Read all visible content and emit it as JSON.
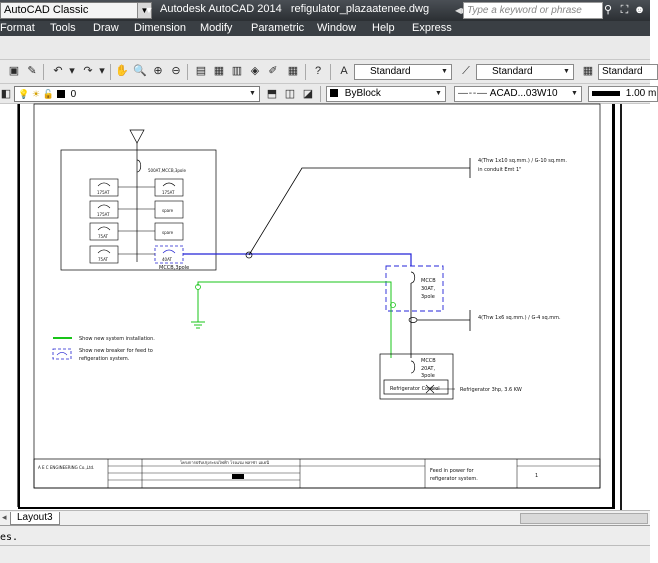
{
  "titlebar": {
    "workspace": "AutoCAD Classic",
    "app_title": "Autodesk AutoCAD 2014   refigulator_plazaatenee.dwg",
    "search_placeholder": "Type a keyword or phrase"
  },
  "menu": [
    "Format",
    "Tools",
    "Draw",
    "Dimension",
    "Modify",
    "Parametric",
    "Window",
    "Help",
    "Express"
  ],
  "styles_toolbar": {
    "text_style": "Standard",
    "dim_style": "Standard",
    "table_style": "Standard"
  },
  "layers_toolbar": {
    "layer": "0",
    "color": "ByBlock",
    "linetype": "ACAD...03W10",
    "lineweight": "1.00 m"
  },
  "drawing": {
    "panel_label": "500AT,MCCB,3pole",
    "breakers": [
      {
        "label": "175AT"
      },
      {
        "label": "175AT"
      },
      {
        "label": "75AT"
      },
      {
        "label": "75AT"
      }
    ],
    "spares": [
      "spare",
      "spare"
    ],
    "new_breaker": "40AT",
    "new_breaker_desc": "MCCB,3pole",
    "main_feeder_note_1": "4(Thw 1x10 sq.mm.) / G-10 sq.mm.",
    "main_feeder_note_2": "in conduit Emt 1\"",
    "mccb_30_lines": [
      "MCCB",
      "30AT,",
      "3pole"
    ],
    "branch_note": "4(Thw 1x6 sq.mm.) / G-4 sq.mm.",
    "mccb_20_lines": [
      "MCCB",
      "20AT,",
      "3pole"
    ],
    "control_label": "Refrigerator Control",
    "equipment_note": "Refrigerator 3hp, 3.6 KW",
    "legend": [
      {
        "text": "Show new system installation.",
        "color": "#19c419"
      },
      {
        "text": "Show new breaker for feed to",
        "text2": "refigeration system.",
        "color": "#1414c8"
      }
    ],
    "titleblock": {
      "company": "A E C  ENGINEERING Co.,Ltd.",
      "project_line": "โครงการปรับปรุงระบบไฟฟ้า โรงแรม พลาซ่า เอเธนี",
      "drawing_title": "Feed in power for",
      "drawing_title_2": "refigerator system.",
      "sheet": "1"
    }
  },
  "layout_tab": "Layout3",
  "command_text": "es."
}
